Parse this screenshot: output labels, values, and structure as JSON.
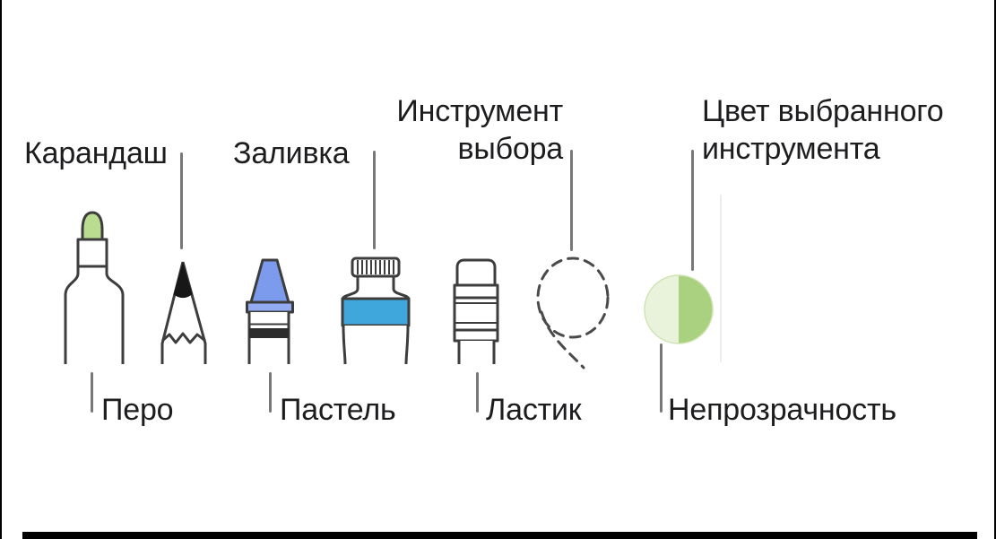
{
  "labels": {
    "pencil": "Карандаш",
    "fill": "Заливка",
    "selection": "Инструмент выбора",
    "tool_color": "Цвет выбранного инструмента",
    "pen": "Перо",
    "pastel": "Пастель",
    "eraser": "Ластик",
    "opacity": "Непрозрачность"
  },
  "colors": {
    "text": "#1d1d1f",
    "connector": "#787878",
    "icon_stroke": "#3d3d3d",
    "pen_tip_green": "#b9dc90",
    "crayon_blue": "#7d9bec",
    "crayon_band_blue": "#92abf1",
    "pastel_black_band": "#2c2c2c",
    "bottle_blue": "#3fa7dc",
    "swatch_left_green": "#e9f3db",
    "swatch_right_green": "#a9d180",
    "lasso_stroke": "#4a4a4a",
    "frame_black": "#000000"
  }
}
